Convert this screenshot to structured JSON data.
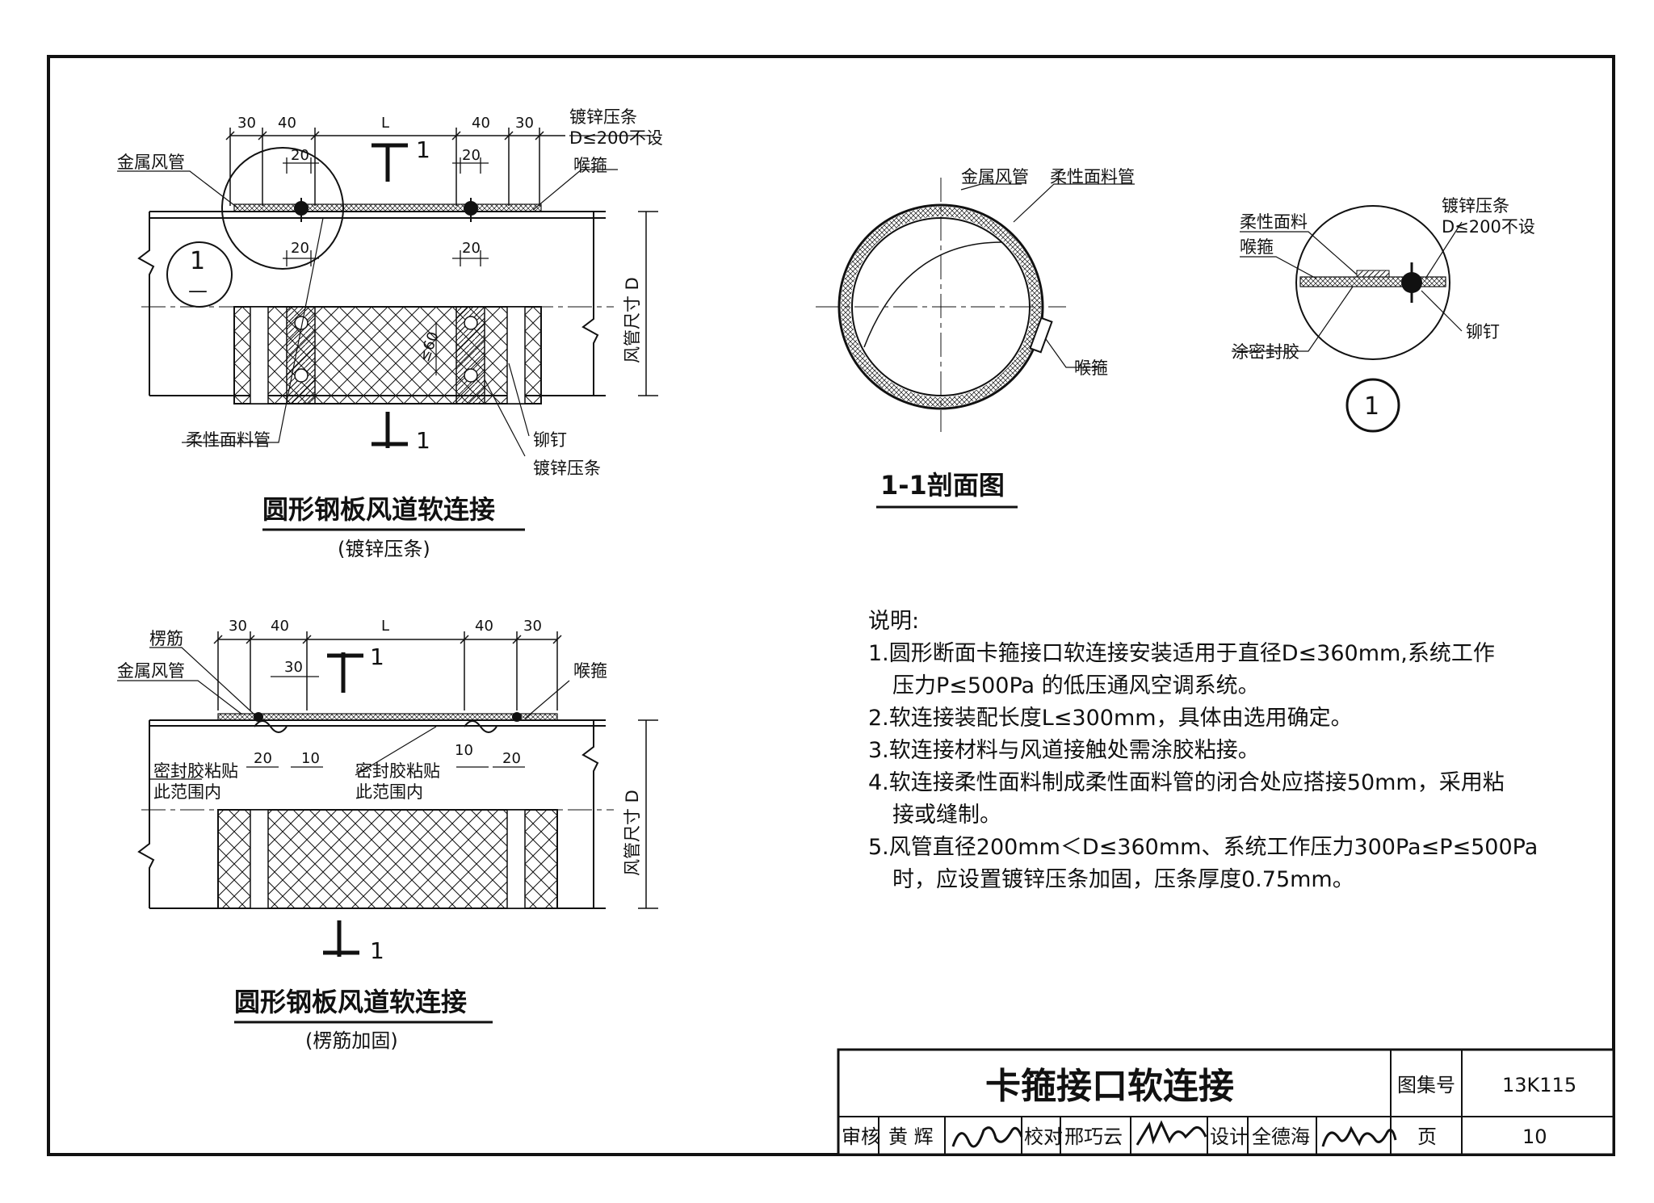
{
  "figure1": {
    "title": "圆形钢板风道软连接",
    "subtitle": "(镀锌压条)",
    "dims_top": [
      "30",
      "40",
      "L",
      "40",
      "30"
    ],
    "dim_20": "20",
    "dim_60": "≤60",
    "section_mark": "1",
    "detail_mark": "1",
    "detail_under": "—",
    "labels": {
      "metal_duct": "金属风管",
      "galv_strip": "镀锌压条",
      "galv_note": "D≤200不设",
      "clamp": "喉箍",
      "duct_size": "风管尺寸 D",
      "flex_tube": "柔性面料管",
      "rivet": "铆钉",
      "galv_strip2": "镀锌压条"
    }
  },
  "figure2": {
    "title": "圆形钢板风道软连接",
    "subtitle": "(楞筋加固)",
    "dims_top": [
      "30",
      "40",
      "L",
      "40",
      "30"
    ],
    "dim_30": "30",
    "dim_20": "20",
    "dim_10": "10",
    "section_mark": "1",
    "labels": {
      "rib": "楞筋",
      "metal_duct": "金属风管",
      "clamp": "喉箍",
      "seal_a": "密封胶粘贴",
      "seal_b": "此范围内",
      "duct_size": "风管尺寸 D"
    }
  },
  "section": {
    "title": "1-1剖面图",
    "labels": {
      "metal_duct": "金属风管",
      "flex_tube": "柔性面料管",
      "clamp": "喉箍"
    }
  },
  "detail": {
    "number": "1",
    "labels": {
      "flex_fabric": "柔性面料",
      "clamp": "喉箍",
      "sealant": "涂密封胶",
      "galv_strip": "镀锌压条",
      "galv_note": "D≤200不设",
      "rivet": "铆钉"
    }
  },
  "notes": {
    "heading": "说明:",
    "lines": [
      "1.圆形断面卡箍接口软连接安装适用于直径D≤360mm,系统工作",
      "压力P≤500Pa 的低压通风空调系统。",
      "2.软连接装配长度L≤300mm，具体由选用确定。",
      "3.软连接材料与风道接触处需涂胶粘接。",
      "4.软连接柔性面料制成柔性面料管的闭合处应搭接50mm，采用粘",
      "接或缝制。",
      "5.风管直径200mm＜D≤360mm、系统工作压力300Pa≤P≤500Pa",
      "时，应设置镀锌压条加固，压条厚度0.75mm。"
    ]
  },
  "title_block": {
    "title": "卡箍接口软连接",
    "atlas_label": "图集号",
    "atlas_no": "13K115",
    "review_label": "审核",
    "review_name": "黄 辉",
    "check_label": "校对",
    "check_name": "邢巧云",
    "design_label": "设计",
    "design_name": "全德海",
    "page_label": "页",
    "page_no": "10"
  },
  "colors": {
    "ink": "#111111",
    "paper": "#ffffff"
  }
}
